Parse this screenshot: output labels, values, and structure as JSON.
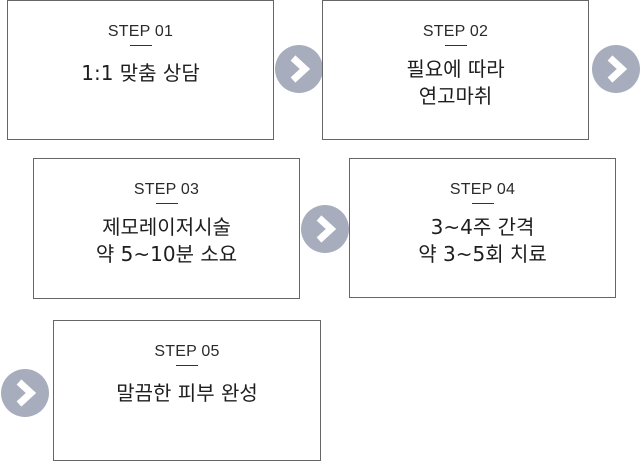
{
  "colors": {
    "arrow_circle": "#a7adbd",
    "arrow_chevron": "#ffffff",
    "box_border": "#666666",
    "text": "#222222"
  },
  "steps": [
    {
      "label": "STEP 01",
      "title_lines": [
        "1:1 맞춤 상담"
      ]
    },
    {
      "label": "STEP 02",
      "title_lines": [
        "필요에 따라",
        "연고마취"
      ]
    },
    {
      "label": "STEP 03",
      "title_lines": [
        "제모레이저시술",
        "약 5~10분 소요"
      ]
    },
    {
      "label": "STEP 04",
      "title_lines": [
        "3~4주 간격",
        "약 3~5회 치료"
      ]
    },
    {
      "label": "STEP 05",
      "title_lines": [
        "말끔한 피부 완성"
      ]
    }
  ],
  "arrows": [
    {
      "icon": "chevron-right-icon"
    },
    {
      "icon": "chevron-right-icon"
    },
    {
      "icon": "chevron-right-icon"
    },
    {
      "icon": "chevron-right-icon"
    }
  ]
}
